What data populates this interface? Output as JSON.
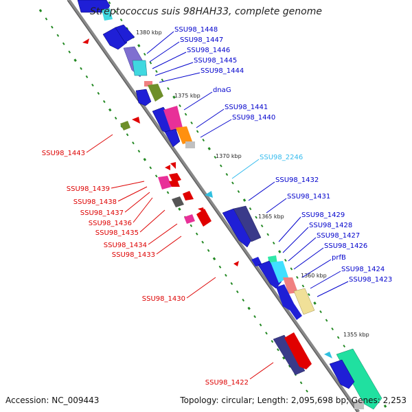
{
  "title": "Streptococcus suis 98HAH33, complete genome",
  "accession_label": "Accession: NC_009443",
  "topology_label": "Topology: circular; Length: 2,095,698 bp; Genes: 2,253",
  "kbp_marks": [
    "1380 kbp",
    "1375 kbp",
    "1370 kbp",
    "1365 kbp",
    "1360 kbp",
    "1355 kbp"
  ],
  "colors": {
    "forward_label": "#0000cc",
    "reverse_label": "#dd0000",
    "cyan_label": "#33bbee",
    "backbone": "#888888",
    "tick": "#228822"
  },
  "forward_labels": [
    "SSU98_1448",
    "SSU98_1447",
    "SSU98_1446",
    "SSU98_1445",
    "SSU98_1444",
    "dnaG",
    "SSU98_1441",
    "SSU98_1440",
    "SSU98_1432",
    "SSU98_1431",
    "SSU98_1429",
    "SSU98_1428",
    "SSU98_1427",
    "SSU98_1426",
    "prfB",
    "SSU98_1424",
    "SSU98_1423"
  ],
  "cyan_labels": [
    "SSU98_2246"
  ],
  "reverse_labels": [
    "SSU98_1443",
    "SSU98_1439",
    "SSU98_1438",
    "SSU98_1437",
    "SSU98_1436",
    "SSU98_1435",
    "SSU98_1434",
    "SSU98_1433",
    "SSU98_1430",
    "SSU98_1422"
  ]
}
